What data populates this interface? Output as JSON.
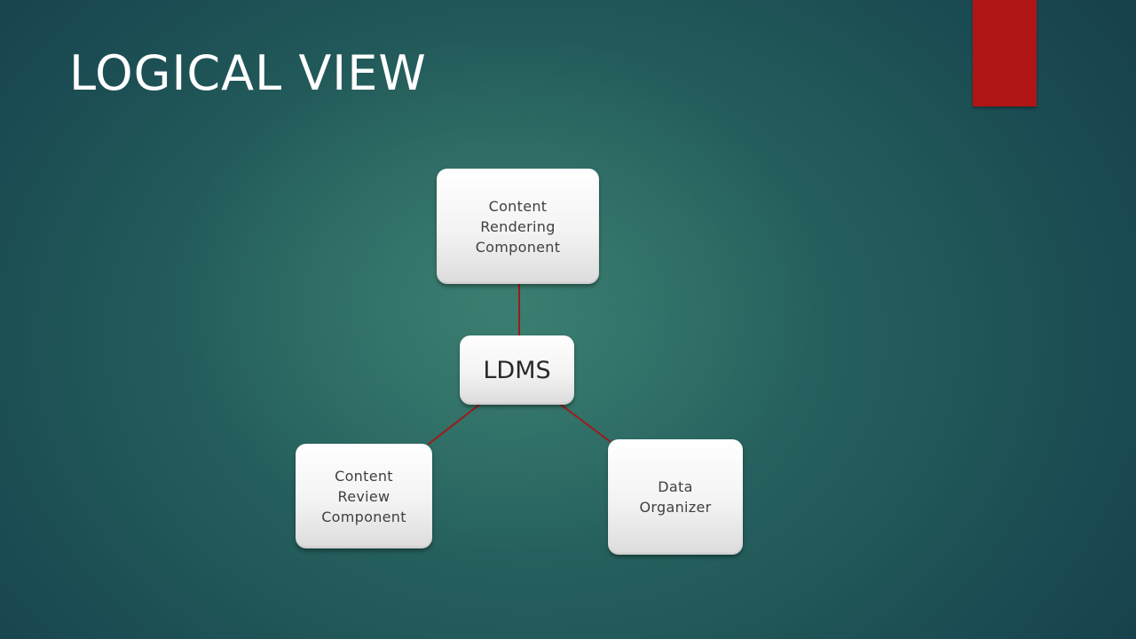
{
  "slide": {
    "title": "LOGICAL VIEW"
  },
  "diagram": {
    "center": {
      "label": "LDMS"
    },
    "nodes": {
      "top": {
        "lines": [
          "Content",
          "Rendering",
          "Component"
        ]
      },
      "left": {
        "lines": [
          "Content",
          "Review",
          "Component"
        ]
      },
      "right": {
        "lines": [
          "Data",
          "Organizer"
        ]
      }
    },
    "connector_color": "#9b1c1c"
  },
  "colors": {
    "accent_bar": "#b01515",
    "title_text": "#ffffff",
    "node_text": "#404040"
  }
}
